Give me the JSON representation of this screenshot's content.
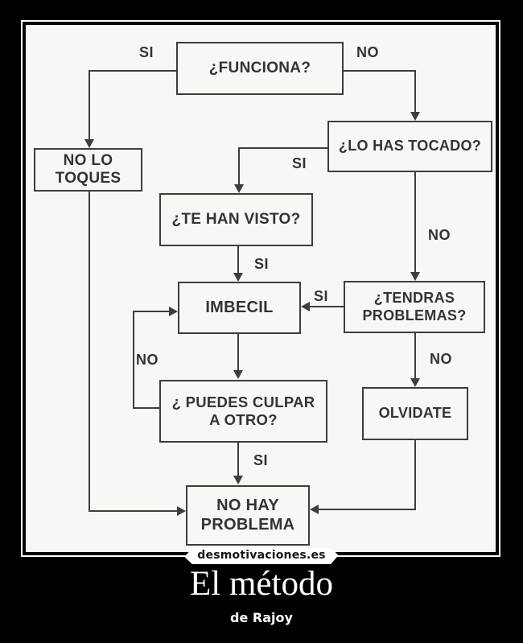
{
  "poster": {
    "watermark": "desmotivaciones.es",
    "title": "El método",
    "subtitle": "de Rajoy"
  },
  "colors": {
    "background": "#000000",
    "paper": "#f7f7f4",
    "ink": "#3d3d3d",
    "frame": "#ffffff"
  },
  "flowchart": {
    "labels": {
      "si": "SI",
      "no": "NO"
    },
    "nodes": {
      "funciona": "¿FUNCIONA?",
      "no_lo_toques": "NO LO\nTOQUES",
      "lo_has_tocado": "¿LO HAS TOCADO?",
      "te_han_visto": "¿TE HAN VISTO?",
      "imbecil": "IMBECIL",
      "tendras_problemas": "¿TENDRAS\nPROBLEMAS?",
      "puedes_culpar": "¿ PUEDES CULPAR\nA OTRO?",
      "olvidate": "OLVIDATE",
      "no_hay_problema": "NO HAY\nPROBLEMA"
    }
  }
}
